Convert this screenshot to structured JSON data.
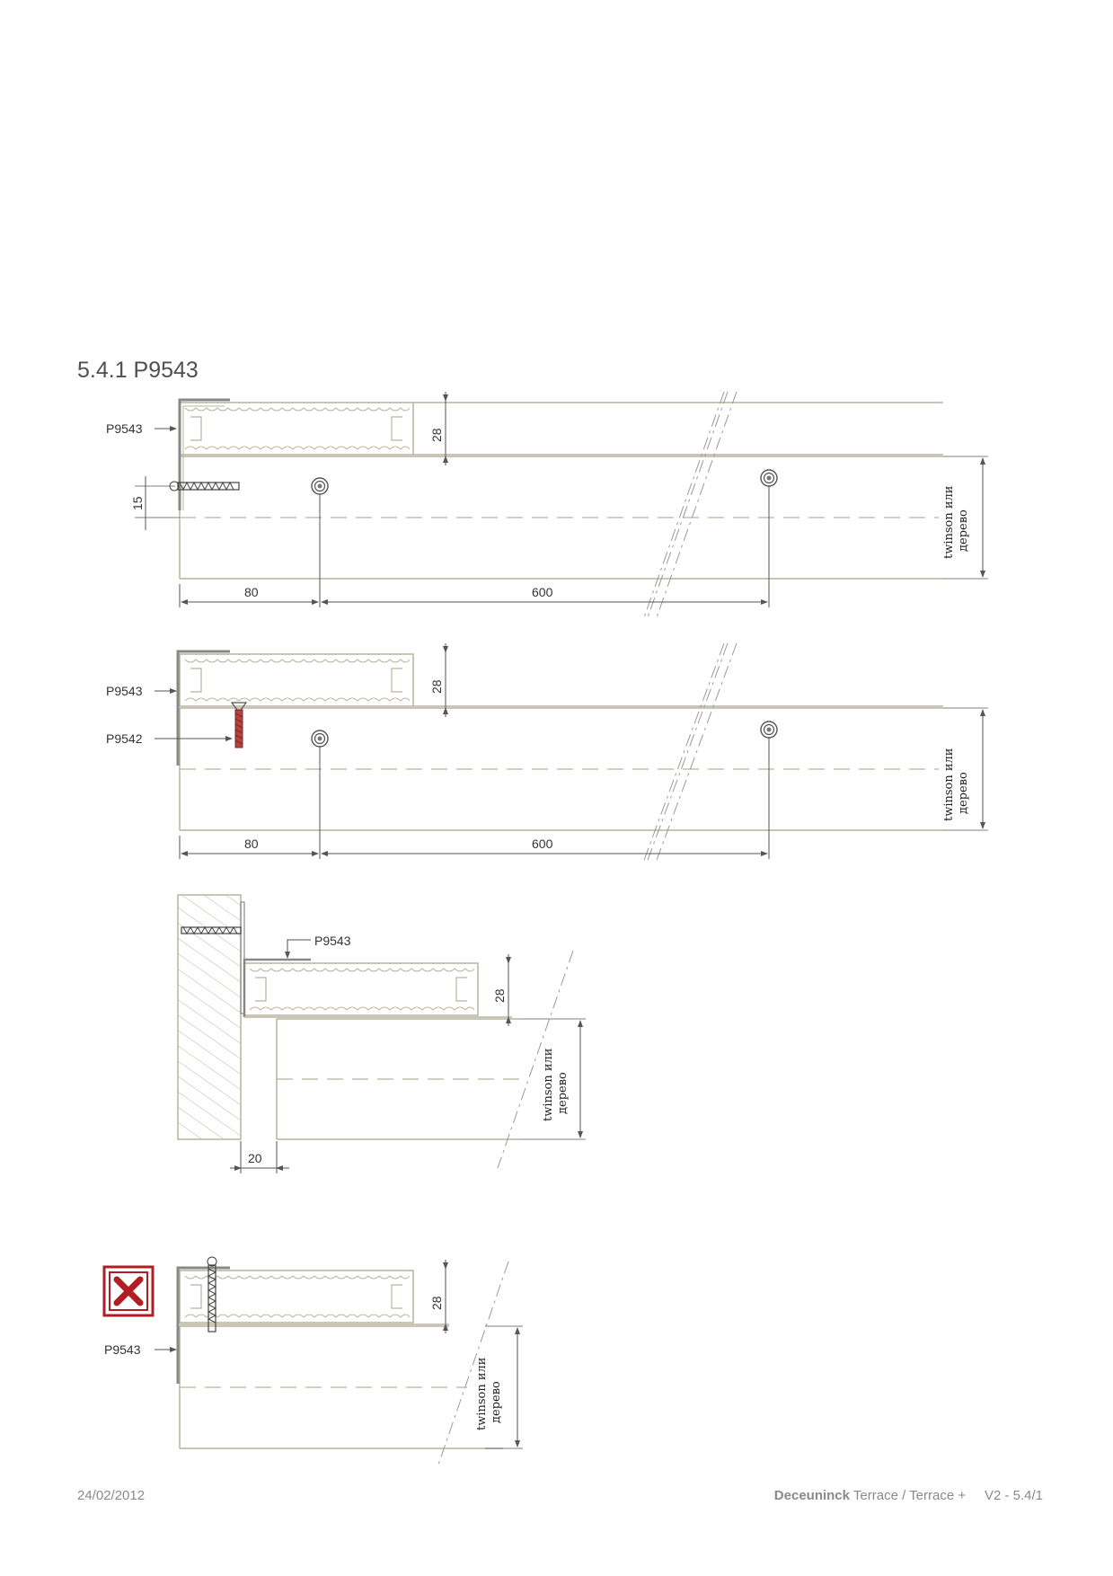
{
  "section_title": "5.4.1 P9543",
  "colors": {
    "line": "#b8b49e",
    "dimension": "#555555",
    "screw_highlight": "#b5423e",
    "forbidden_icon": "#b01e23"
  },
  "details": [
    {
      "labels": [
        "P9543"
      ],
      "dims": {
        "board_height": "28",
        "screw_offset": "15",
        "edge_spacing": "80",
        "spacing": "600"
      },
      "material": [
        "twinson или",
        "дерево"
      ]
    },
    {
      "labels": [
        "P9543",
        "P9542"
      ],
      "dims": {
        "board_height": "28",
        "edge_spacing": "80",
        "spacing": "600"
      },
      "material": [
        "twinson или",
        "дерево"
      ]
    },
    {
      "labels": [
        "P9543"
      ],
      "dims": {
        "board_height": "28",
        "gap": "20"
      },
      "material": [
        "twinson или",
        "дерево"
      ]
    },
    {
      "labels": [
        "P9543"
      ],
      "dims": {
        "board_height": "28"
      },
      "material": [
        "twinson или",
        "дерево"
      ],
      "forbidden_icon": "forbidden-x-icon"
    }
  ],
  "footer": {
    "date": "24/02/2012",
    "brand": "Deceuninck",
    "product": "Terrace / Terrace +",
    "page": "V2 -  5.4/1"
  }
}
